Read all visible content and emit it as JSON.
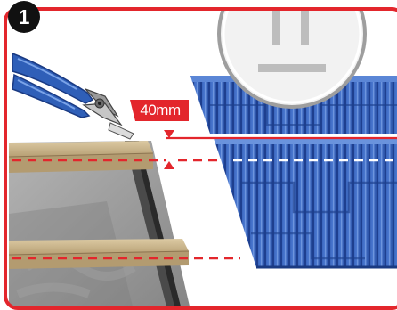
{
  "step": {
    "number": "1"
  },
  "measurement": {
    "label": "40mm"
  },
  "colors": {
    "frame_red": "#e3262c",
    "sheet_blue": "#3a67c2",
    "sheet_blue_dark": "#1d3f8c",
    "batten_wood": "#c8b38c",
    "underlay_gray": "#8f8f8f",
    "tool_blue": "#2f5fb8",
    "badge_black": "#111111"
  },
  "icons": {
    "step_badge": "circle-number-badge",
    "cutter": "tin-snips-icon",
    "detail": "magnified-profile-icon"
  }
}
